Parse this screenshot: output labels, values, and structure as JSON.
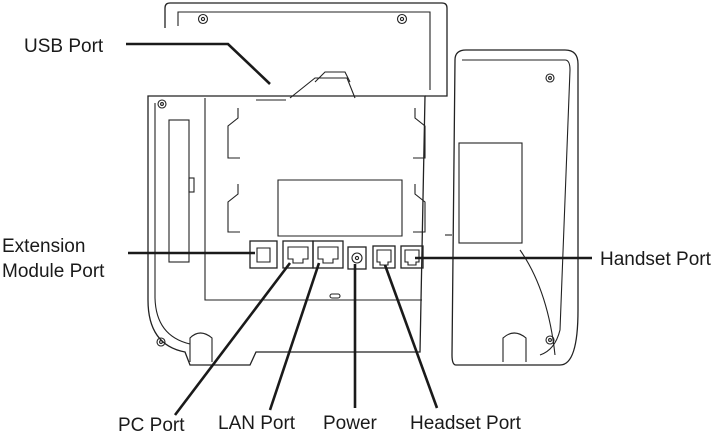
{
  "diagram": {
    "subject": "IP phone rear view",
    "labels": {
      "usb_port": "USB Port",
      "extension_line1": "Extension",
      "extension_line2": "Module Port",
      "handset_port": "Handset Port",
      "pc_port": "PC Port",
      "lan_port": "LAN Port",
      "power": "Power",
      "headset_port": "Headset Port"
    },
    "colors": {
      "line": "#1a1a1a",
      "outline": "#222222",
      "background": "#ffffff"
    }
  }
}
